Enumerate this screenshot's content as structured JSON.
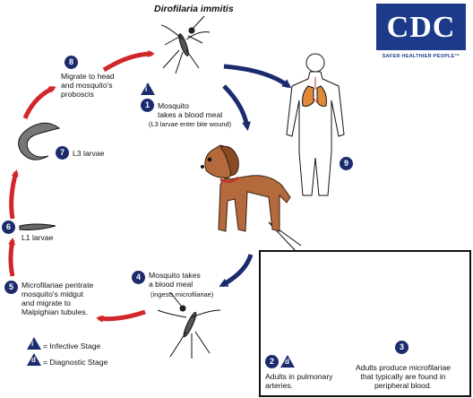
{
  "title": "Dirofilaria immitis",
  "logo": {
    "text": "CDC",
    "tagline": "SAFER·HEALTHIER·PEOPLE™"
  },
  "legend": {
    "infective": {
      "symbol": "i",
      "text": "= Infective Stage"
    },
    "diagnostic": {
      "symbol": "d",
      "text": "= Diagnostic Stage"
    }
  },
  "steps": [
    {
      "num": "1",
      "text": "Mosquito\ntakes a blood meal",
      "note": "(L3 larvae enter bite wound)"
    },
    {
      "num": "2",
      "text": "Adults in pulmonary\narteries."
    },
    {
      "num": "3",
      "text": "Adults produce microfilariae\nthat typically are found in\nperipheral blood."
    },
    {
      "num": "4",
      "text": "Mosquito takes\na blood meal",
      "note": "(ingests microfilariae)"
    },
    {
      "num": "5",
      "text": "Microfilariae pentrate\nmosquito's midgut\nand migrate to\nMalpighian tubules."
    },
    {
      "num": "6",
      "text": "L1 larvae"
    },
    {
      "num": "7",
      "text": "L3 larvae"
    },
    {
      "num": "8",
      "text": "Migrate to head\nand mosquito's\nproboscis"
    },
    {
      "num": "9",
      "text": ""
    }
  ],
  "colors": {
    "navy": "#1b2b6e",
    "red": "#d2262a",
    "dog": "#b46a3c",
    "lungs": "#e08a3a",
    "cdc_blue": "#1b3a8a"
  }
}
